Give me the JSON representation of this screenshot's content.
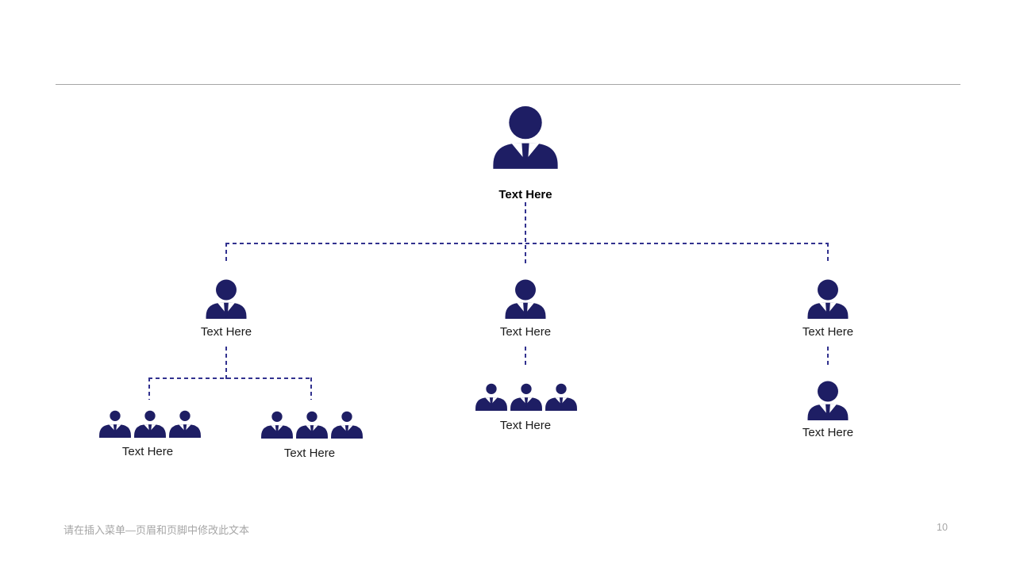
{
  "slide": {
    "footer_text": "请在插入菜单—页眉和页脚中修改此文本",
    "page_number": "10"
  },
  "colors": {
    "icon_navy": "#1e1e64",
    "connector_blue": "#32328f",
    "divider_gray": "#a6a6a6",
    "footer_gray": "#a6a6a6",
    "label_black": "#1a1a1a"
  },
  "org_chart": {
    "root": {
      "label": "Text Here",
      "members": 1
    },
    "managers": [
      {
        "label": "Text Here",
        "members": 1
      },
      {
        "label": "Text Here",
        "members": 1
      },
      {
        "label": "Text Here",
        "members": 1
      }
    ],
    "teams": [
      {
        "label": "Text Here",
        "members": 3,
        "parent": "manager-1"
      },
      {
        "label": "Text Here",
        "members": 3,
        "parent": "manager-1"
      },
      {
        "label": "Text Here",
        "members": 3,
        "parent": "manager-2"
      },
      {
        "label": "Text Here",
        "members": 1,
        "parent": "manager-3"
      }
    ]
  }
}
